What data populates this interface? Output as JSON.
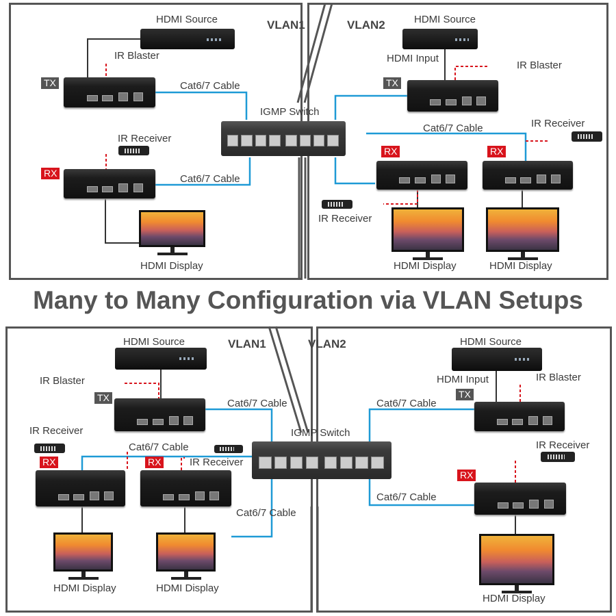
{
  "title": "Many to Many Configuration via VLAN Setups",
  "colors": {
    "cable": "#1e9ad6",
    "ir_line": "#d8141c",
    "rx_badge": "#d8141c",
    "tx_badge": "#555555",
    "frame": "#555555"
  },
  "top": {
    "vlan1": "VLAN1",
    "vlan2": "VLAN2",
    "switch_label": "IGMP Switch",
    "labels": [
      "HDMI Source",
      "IR Blaster",
      "Cat6/7 Cable",
      "IR Receiver",
      "Cat6/7 Cable",
      "HDMI Display",
      "HDMI Source",
      "HDMI Input",
      "IR Blaster",
      "Cat6/7 Cable",
      "IR Receiver",
      "IR Receiver",
      "HDMI Display",
      "HDMI Display"
    ],
    "badges": [
      "TX",
      "RX",
      "TX",
      "RX",
      "RX"
    ]
  },
  "bottom": {
    "vlan1": "VLAN1",
    "vlan2": "VLAN2",
    "switch_label": "IGMP Switch",
    "labels": [
      "HDMI Source",
      "IR Blaster",
      "Cat6/7 Cable",
      "IR Receiver",
      "Cat6/7 Cable",
      "IR Receiver",
      "Cat6/7 Cable",
      "HDMI Display",
      "HDMI Display",
      "HDMI Source",
      "HDMI Input",
      "IR Blaster",
      "Cat6/7 Cable",
      "IR Receiver",
      "Cat6/7 Cable",
      "HDMI Display"
    ],
    "badges": [
      "TX",
      "RX",
      "RX",
      "TX",
      "RX"
    ]
  }
}
